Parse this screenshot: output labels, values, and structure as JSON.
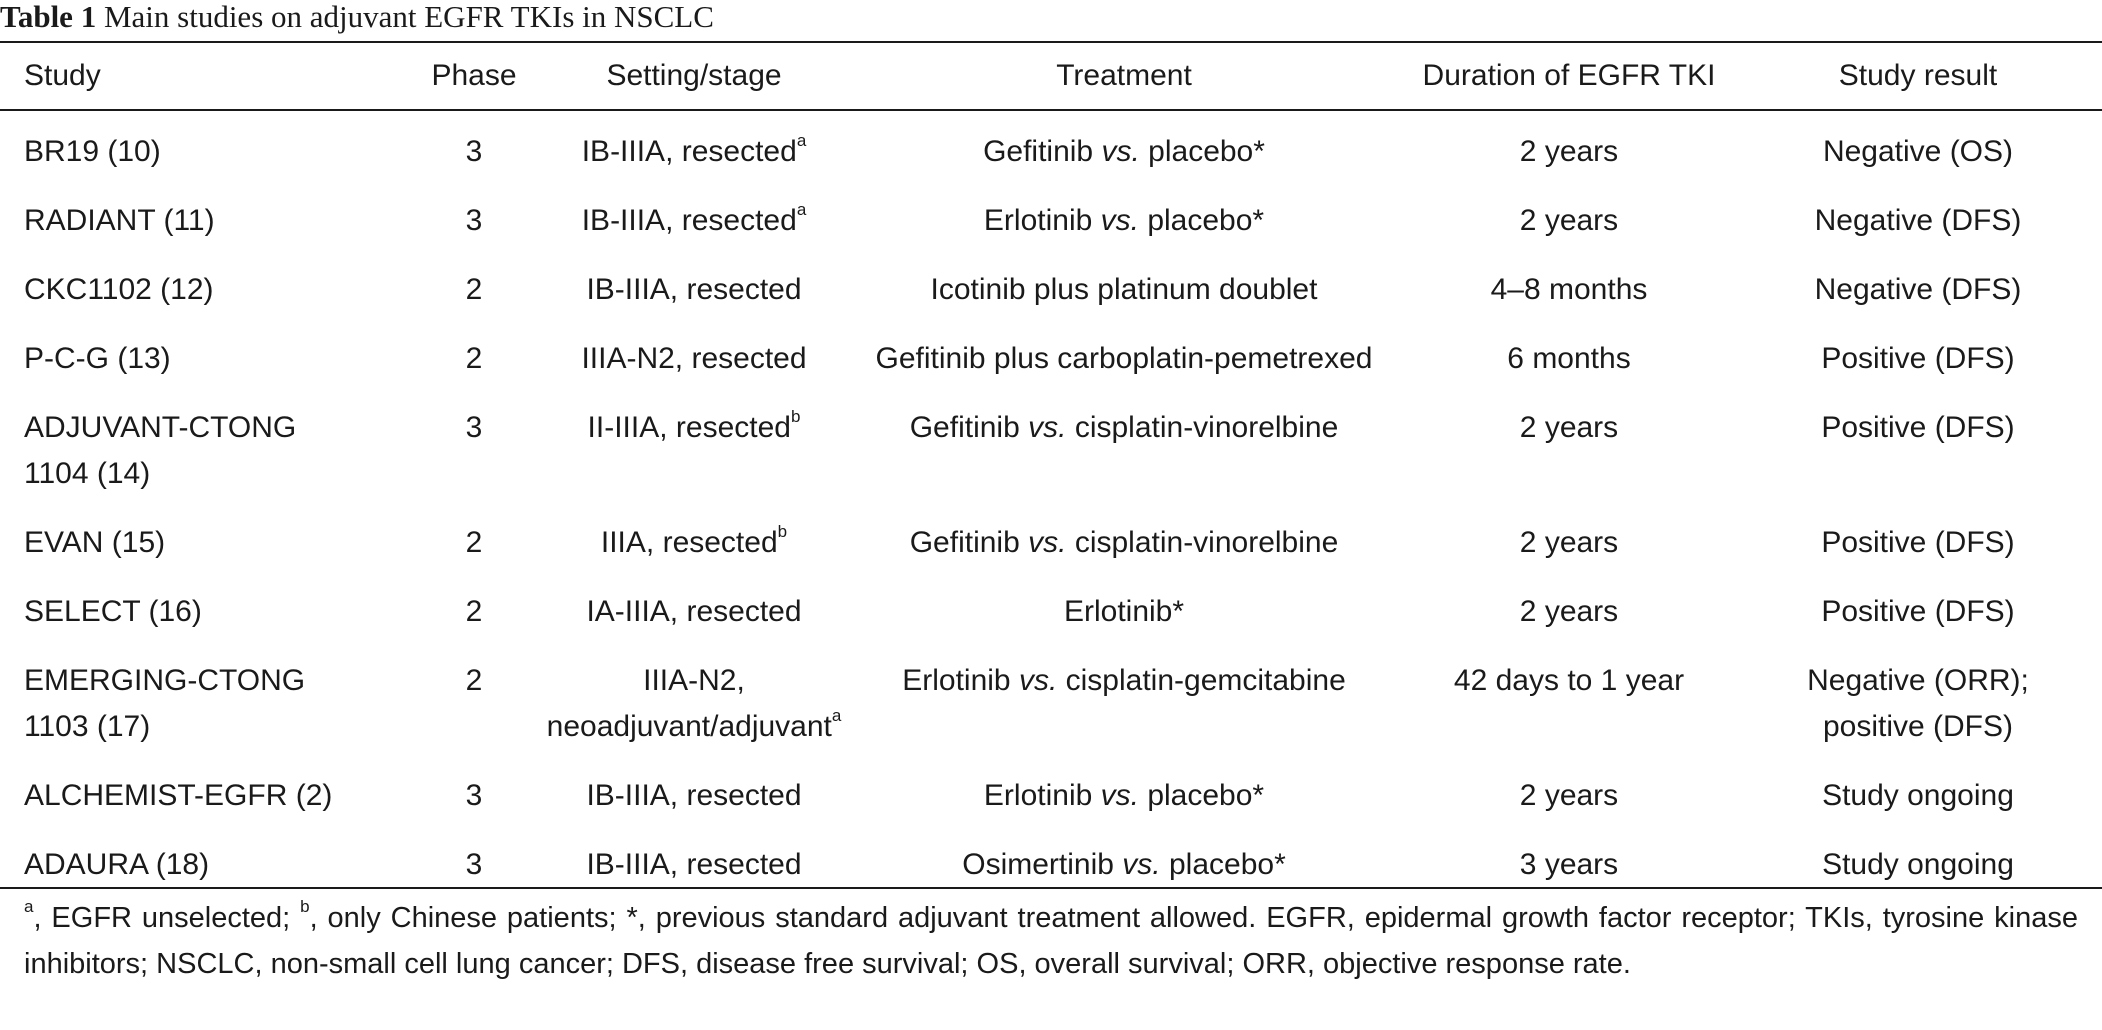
{
  "caption": {
    "label": "Table 1",
    "text": "Main studies on adjuvant EGFR TKIs in NSCLC"
  },
  "headers": [
    "Study",
    "Phase",
    "Setting/stage",
    "Treatment",
    "Duration of EGFR TKI",
    "Study result"
  ],
  "rows": [
    {
      "study": "BR19 (10)",
      "phase": "3",
      "setting": "IB-IIIA, resected",
      "setting_sup": "a",
      "treatment": {
        "drug": "Gefitinib",
        "vs": "vs.",
        "comparator": "placebo*"
      },
      "duration": "2 years",
      "result": "Negative (OS)"
    },
    {
      "study": "RADIANT (11)",
      "phase": "3",
      "setting": "IB-IIIA, resected",
      "setting_sup": "a",
      "treatment": {
        "drug": "Erlotinib",
        "vs": "vs.",
        "comparator": "placebo*"
      },
      "duration": "2 years",
      "result": "Negative (DFS)"
    },
    {
      "study": "CKC1102 (12)",
      "phase": "2",
      "setting": "IB-IIIA, resected",
      "treatment": {
        "text": "Icotinib plus platinum doublet"
      },
      "duration": "4–8 months",
      "result": "Negative (DFS)"
    },
    {
      "study": "P-C-G (13)",
      "phase": "2",
      "setting": "IIIA-N2, resected",
      "treatment": {
        "text": "Gefitinib plus carboplatin-pemetrexed"
      },
      "duration": "6 months",
      "result": "Positive (DFS)"
    },
    {
      "study_line1": "ADJUVANT-CTONG",
      "study_line2": "1104 (14)",
      "phase": "3",
      "setting": "II-IIIA, resected",
      "setting_sup": "b",
      "treatment": {
        "drug": "Gefitinib",
        "vs": "vs.",
        "comparator": "cisplatin-vinorelbine"
      },
      "duration": "2 years",
      "result": "Positive (DFS)"
    },
    {
      "study": "EVAN (15)",
      "phase": "2",
      "setting": "IIIA, resected",
      "setting_sup": "b",
      "treatment": {
        "drug": "Gefitinib",
        "vs": "vs.",
        "comparator": "cisplatin-vinorelbine"
      },
      "duration": "2 years",
      "result": "Positive (DFS)"
    },
    {
      "study": "SELECT (16)",
      "phase": "2",
      "setting": "IA-IIIA, resected",
      "treatment": {
        "text": "Erlotinib*"
      },
      "duration": "2 years",
      "result": "Positive (DFS)"
    },
    {
      "study_line1": "EMERGING-CTONG",
      "study_line2": "1103 (17)",
      "phase": "2",
      "setting_line1": "IIIA-N2,",
      "setting_line2": "neoadjuvant/adjuvant",
      "setting_sup": "a",
      "treatment": {
        "drug": "Erlotinib",
        "vs": "vs.",
        "comparator": "cisplatin-gemcitabine"
      },
      "duration": "42 days to 1 year",
      "result_line1": "Negative (ORR);",
      "result_line2": "positive (DFS)"
    },
    {
      "study": "ALCHEMIST-EGFR (2)",
      "phase": "3",
      "setting": "IB-IIIA, resected",
      "treatment": {
        "drug": "Erlotinib",
        "vs": "vs.",
        "comparator": "placebo*"
      },
      "duration": "2 years",
      "result": "Study ongoing"
    },
    {
      "study": "ADAURA (18)",
      "phase": "3",
      "setting": "IB-IIIA, resected",
      "treatment": {
        "drug": "Osimertinib",
        "vs": "vs.",
        "comparator": "placebo*"
      },
      "duration": "3 years",
      "result": "Study ongoing"
    }
  ],
  "footnote": {
    "a_mark": "a",
    "a_text": ", EGFR unselected; ",
    "b_mark": "b",
    "rest": ", only Chinese patients; *, previous standard adjuvant treatment allowed. EGFR, epidermal growth factor receptor; TKIs, tyrosine kinase inhibitors; NSCLC, non-small cell lung cancer; DFS, disease free survival; OS, overall survival; ORR, objective response rate."
  }
}
